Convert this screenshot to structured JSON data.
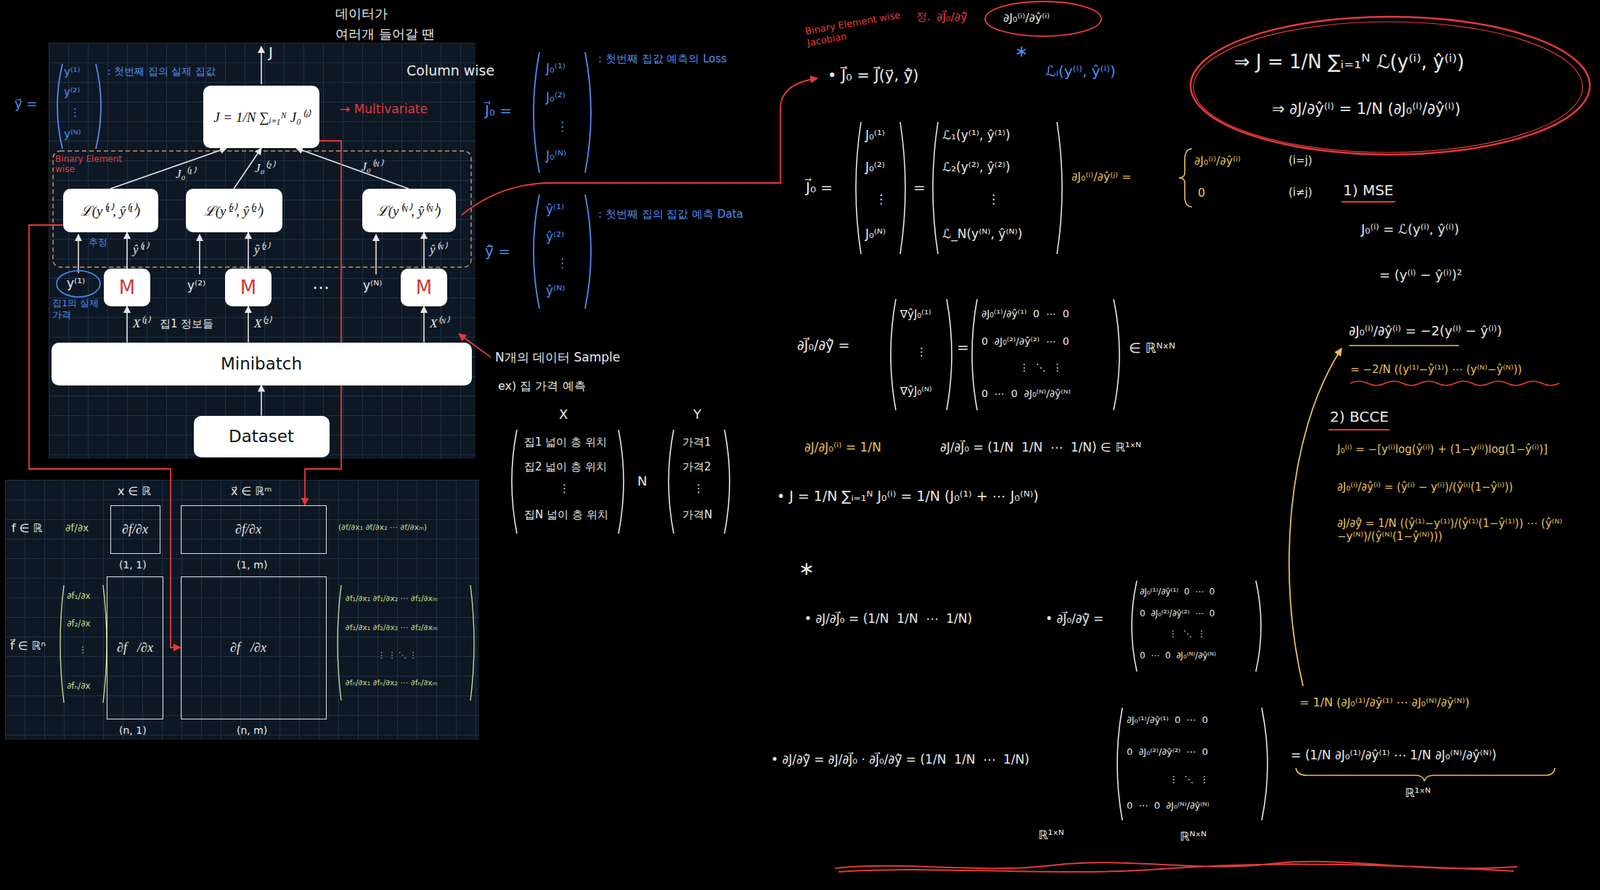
{
  "diagram": {
    "nodes": [
      {
        "text": [
          "J = 1/N ∑ᵢ₌₁ᴺ J₀⁽ⁱ⁾"
        ]
      },
      {
        "text": [
          "ℒ(y⁽¹⁾, ŷ⁽¹⁾)"
        ]
      },
      {
        "text": [
          "ℒ(y⁽²⁾, ŷ⁽²⁾)"
        ]
      },
      {
        "text": [
          "ℒ(y⁽ᴺ⁾, ŷ⁽ᴺ⁾)"
        ]
      },
      {
        "text": [
          "M"
        ]
      },
      {
        "text": [
          "M"
        ]
      },
      {
        "text": [
          "M"
        ]
      },
      {
        "text": [
          "Minibatch"
        ]
      },
      {
        "text": [
          "Dataset"
        ]
      },
      {
        "text": [
          "∂f/∂x"
        ]
      },
      {
        "text": [
          "∂f/∂x⃗"
        ]
      },
      {
        "text": [
          "∂f⃗/∂x"
        ]
      },
      {
        "text": [
          "∂f⃗/∂x⃗"
        ]
      }
    ],
    "edges": [
      {
        "from": 8,
        "to": 7,
        "arrow": "to"
      },
      {
        "from": 7,
        "to": 4,
        "label": "X⁽¹⁾",
        "arrow": "to"
      },
      {
        "from": 7,
        "to": 5,
        "label": "X⁽²⁾",
        "arrow": "to"
      },
      {
        "from": 7,
        "to": 6,
        "label": "X⁽ᴺ⁾",
        "arrow": "to"
      },
      {
        "from": 4,
        "to": 1,
        "label": "ŷ⁽¹⁾",
        "arrow": "to"
      },
      {
        "from": 5,
        "to": 2,
        "label": "ŷ⁽²⁾",
        "arrow": "to"
      },
      {
        "from": 6,
        "to": 3,
        "label": "ŷ⁽ᴺ⁾",
        "arrow": "to"
      },
      {
        "from": 1,
        "to": 0,
        "label": "J₀⁽¹⁾",
        "arrow": "to"
      },
      {
        "from": 2,
        "to": 0,
        "label": "J₀⁽²⁾",
        "arrow": "to"
      },
      {
        "from": 3,
        "to": 0,
        "label": "J₀⁽ᴺ⁾",
        "arrow": "to"
      },
      {
        "from": 0,
        "to": 10,
        "arrow": "to"
      },
      {
        "from": 1,
        "to": 12,
        "arrow": "to"
      }
    ],
    "labels": [
      "J",
      "y⁽¹⁾",
      "y⁽²⁾",
      "y⁽ᴺ⁾",
      "⋯",
      "y⃗ =",
      "y⁽¹⁾",
      "y⁽²⁾",
      "⋮",
      "y⁽ᴺ⁾",
      ": 첫번째 집의 실제 집값",
      "Binary Element wise",
      "→ Multivariate",
      "추정",
      "집1의 실제 가격",
      "집1 정보들",
      "데이터가",
      "여러개 들어갈 땐",
      "Column wise",
      "x ∈ ℝ",
      "x⃗ ∈ ℝᵐ",
      "f ∈ ℝ",
      "∂f/∂x",
      "(1, 1)",
      "(1, m)",
      "(∂f/∂x₁ ∂f/∂x₂ ⋯ ∂f/∂xₘ)",
      "f⃗ ∈ ℝⁿ",
      "∂f₁/∂x",
      "∂f₂/∂x",
      "⋮",
      "∂fₙ/∂x",
      "(n, 1)",
      "(n, m)",
      "∂f₁/∂x₁ ∂f₁/∂x₂ ⋯ ∂f₁/∂xₘ",
      "∂f₂/∂x₁ ∂f₂/∂x₂ ⋯ ∂f₂/∂xₘ",
      "⋮ ⋮ ⋱ ⋮",
      "∂fₙ/∂x₁ ∂fₙ/∂x₂ ⋯ ∂fₙ/∂xₘ",
      "N개의 데이터 Sample",
      "ex) 집 가격 예측",
      "X",
      "Y",
      "집1 넓이 층 위치",
      "집2 넓이 층 위치",
      "⋮",
      "집N 넓이 층 위치",
      "N",
      "가격1",
      "가격2",
      "⋮",
      "가격N",
      "J⃗₀ =",
      "J₀⁽¹⁾",
      "J₀⁽²⁾",
      "⋮",
      "J₀⁽ᴺ⁾",
      ": 첫번째 집값 예측의 Loss",
      "ŷ⃗ =",
      "ŷ⁽¹⁾",
      "ŷ⁽²⁾",
      "⋮",
      "ŷ⁽ᴺ⁾",
      ": 첫번째 집의 집값 예측 Data",
      "Binary Element wise Jacobian",
      "정.",
      "∂J⃗₀/∂ŷ⃗",
      "∂J₀⁽ⁱ⁾/∂ŷ⁽ⁱ⁾",
      "∗",
      "• J⃗₀ = J⃗(y⃗, ŷ⃗)",
      "ℒᵢ(y⁽ⁱ⁾, ŷ⁽ⁱ⁾)",
      "J⃗₀ =",
      "J₀⁽¹⁾",
      "J₀⁽²⁾",
      "⋮",
      "J₀⁽ᴺ⁾",
      "=",
      "ℒ₁(y⁽¹⁾, ŷ⁽¹⁾)",
      "ℒ₂(y⁽²⁾, ŷ⁽²⁾)",
      "⋮",
      "ℒ_N(y⁽ᴺ⁾, ŷ⁽ᴺ⁾)",
      "∂J₀⁽ⁱ⁾/∂ŷ⁽ʲ⁾ =",
      "∂J₀⁽ⁱ⁾/∂ŷ⁽ⁱ⁾",
      "(i=j)",
      "0",
      "(i≠j)",
      "∂J⃗₀/∂ŷ⃗ =",
      "∇ŷJ₀⁽¹⁾",
      "⋮",
      "∇ŷJ₀⁽ᴺ⁾",
      "=",
      "∂J₀⁽¹⁾/∂ŷ⁽¹⁾  0  ⋯  0",
      "0  ∂J₀⁽²⁾/∂ŷ⁽²⁾  ⋯  0",
      "⋮  ⋱  ⋮",
      "0  ⋯  0  ∂J₀⁽ᴺ⁾/∂ŷ⁽ᴺ⁾",
      "∈ ℝᴺˣᴺ",
      "∂J/∂J₀⁽ⁱ⁾ = 1/N",
      "∂J/∂J⃗₀ = (1/N  1/N  ⋯  1/N) ∈ ℝ¹ˣᴺ",
      "• J = 1/N ∑ᵢ₌₁ᴺ J₀⁽ⁱ⁾ = 1/N (J₀⁽¹⁾ + ⋯ J₀⁽ᴺ⁾)",
      "∗",
      "• ∂J/∂J⃗₀ = (1/N  1/N  ⋯  1/N)",
      "• ∂J⃗₀/∂ŷ⃗ =",
      "∂J₀⁽¹⁾/∂ŷ⁽¹⁾  0  ⋯  0",
      "0  ∂J₀⁽²⁾/∂ŷ⁽²⁾  ⋯  0",
      "⋮  ⋱  ⋮",
      "0  ⋯  0  ∂J₀⁽ᴺ⁾/∂ŷ⁽ᴺ⁾",
      "• ∂J/∂ŷ⃗ = ∂J/∂J⃗₀ · ∂J⃗₀/∂ŷ⃗ = (1/N  1/N  ⋯  1/N)",
      "∂J₀⁽¹⁾/∂ŷ⁽¹⁾  0  ⋯  0",
      "0  ∂J₀⁽²⁾/∂ŷ⁽²⁾  ⋯  0",
      "⋮  ⋱  ⋮",
      "0  ⋯  0  ∂J₀⁽ᴺ⁾/∂ŷ⁽ᴺ⁾",
      "ℝ¹ˣᴺ",
      "ℝᴺˣᴺ",
      "= 1/N (∂J₀⁽¹⁾/∂ŷ⁽¹⁾ ⋯ ∂J₀⁽ᴺ⁾/∂ŷ⁽ᴺ⁾)",
      "= (1/N ∂J₀⁽¹⁾/∂ŷ⁽¹⁾ ⋯ 1/N ∂J₀⁽ᴺ⁾/∂ŷ⁽ᴺ⁾)",
      "ℝ¹ˣᴺ",
      "⇒ J = 1/N ∑ᵢ₌₁ᴺ ℒ(y⁽ⁱ⁾, ŷ⁽ⁱ⁾)",
      "⇒ ∂J/∂ŷ⁽ⁱ⁾ = 1/N (∂J₀⁽ⁱ⁾/∂ŷ⁽ⁱ⁾)",
      "1) MSE",
      "J₀⁽ⁱ⁾ = ℒ(y⁽ⁱ⁾, ŷ⁽ⁱ⁾)",
      "= (y⁽ⁱ⁾ − ŷ⁽ⁱ⁾)²",
      "∂J₀⁽ⁱ⁾/∂ŷ⁽ⁱ⁾ = −2(y⁽ⁱ⁾ − ŷ⁽ⁱ⁾)",
      "= −2/N ((y⁽¹⁾−ŷ⁽¹⁾) ⋯ (y⁽ᴺ⁾−ŷ⁽ᴺ⁾))",
      "2) BCCE",
      "J₀⁽ⁱ⁾ = −[y⁽ⁱ⁾log(ŷ⁽ⁱ⁾) + (1−y⁽ⁱ⁾)log(1−ŷ⁽ⁱ⁾)]",
      "∂J₀⁽ⁱ⁾/∂ŷ⁽ⁱ⁾ = (ŷ⁽ⁱ⁾ − y⁽ⁱ⁾)/(ŷ⁽ⁱ⁾(1−ŷ⁽ⁱ⁾))",
      "∂J/∂ŷ⃗ = 1/N ((ŷ⁽¹⁾−y⁽¹⁾)/(ŷ⁽¹⁾(1−ŷ⁽¹⁾)) ⋯ (ŷ⁽ᴺ⁾−y⁽ᴺ⁾)/(ŷ⁽ᴺ⁾(1−ŷ⁽ᴺ⁾)))"
    ]
  }
}
